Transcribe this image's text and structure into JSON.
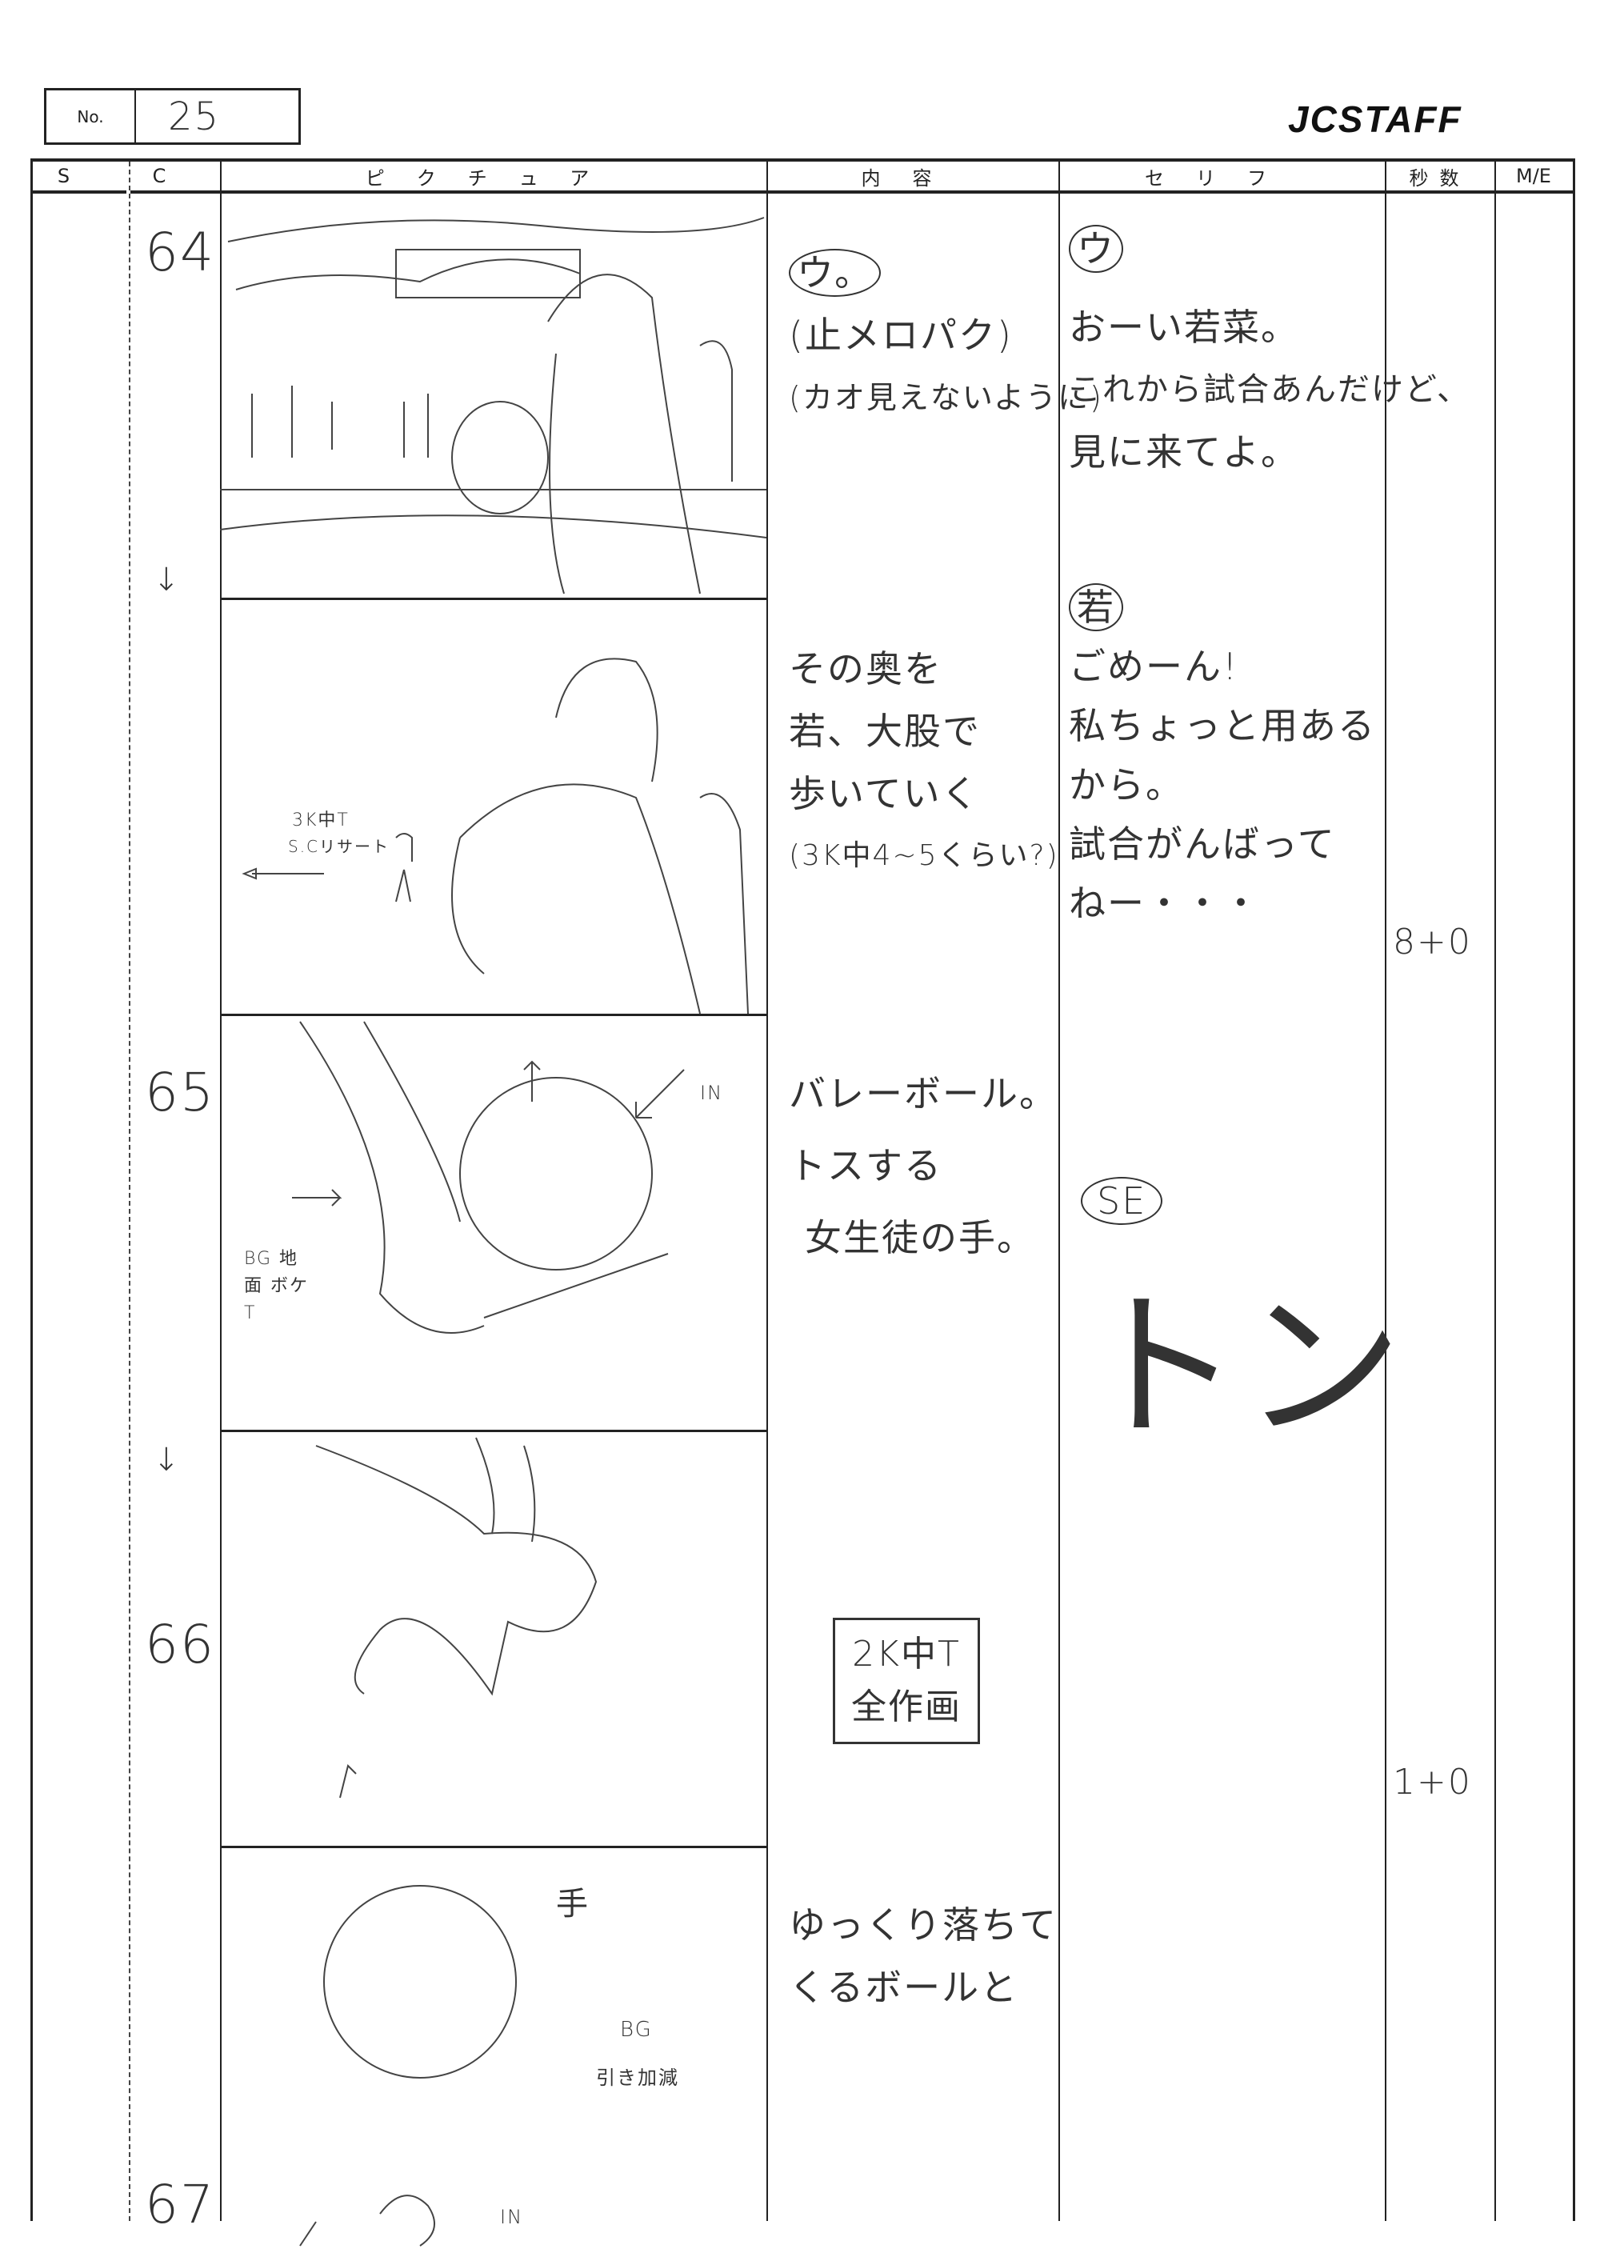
{
  "page": {
    "no_label": "No.",
    "no_value": "25",
    "logo": "JCSTAFF"
  },
  "headers": {
    "s": "S",
    "c": "C",
    "picture": "ピクチュア",
    "content": "内容",
    "dialogue": "セリフ",
    "seconds": "秒数",
    "me": "M/E"
  },
  "cuts": [
    {
      "number": "64",
      "time": "8+0",
      "panels": [
        {
          "content": [
            "ウ。",
            "(止メロパク)",
            "(カオ見えないように)"
          ],
          "dialogue_speaker": "ウ",
          "dialogue": [
            "おーい若菜。",
            "これから試合あんだけど、",
            "見に来てよ。"
          ]
        },
        {
          "picture_notes": [
            "3K中T",
            "S.Cリサート"
          ],
          "content": [
            "その奥を",
            "若、大股で",
            "歩いていく",
            "(3K中4~5くらい?)"
          ],
          "dialogue_speaker": "若",
          "dialogue": [
            "ごめーん!",
            "私ちょっと用ある",
            "から。",
            "試合がんばって",
            "ねー・・・"
          ]
        }
      ]
    },
    {
      "number": "65",
      "time": "1+0",
      "panels": [
        {
          "picture_notes": [
            "IN",
            "BG 地面 ボケT"
          ],
          "content": [
            "バレーボール。",
            "トスする",
            "女生徒の手。"
          ],
          "dialogue_speaker": "SE",
          "dialogue": [
            "トン"
          ]
        },
        {
          "content_box": [
            "2K中T",
            "全作画"
          ]
        }
      ]
    },
    {
      "number": "66",
      "panels": [
        {
          "picture_notes": [
            "手",
            "BG",
            "引き加減"
          ],
          "content": [
            "ゆっくり落ちて",
            "くるボールと"
          ]
        }
      ]
    },
    {
      "number": "67",
      "picture_notes": [
        "IN"
      ]
    }
  ]
}
